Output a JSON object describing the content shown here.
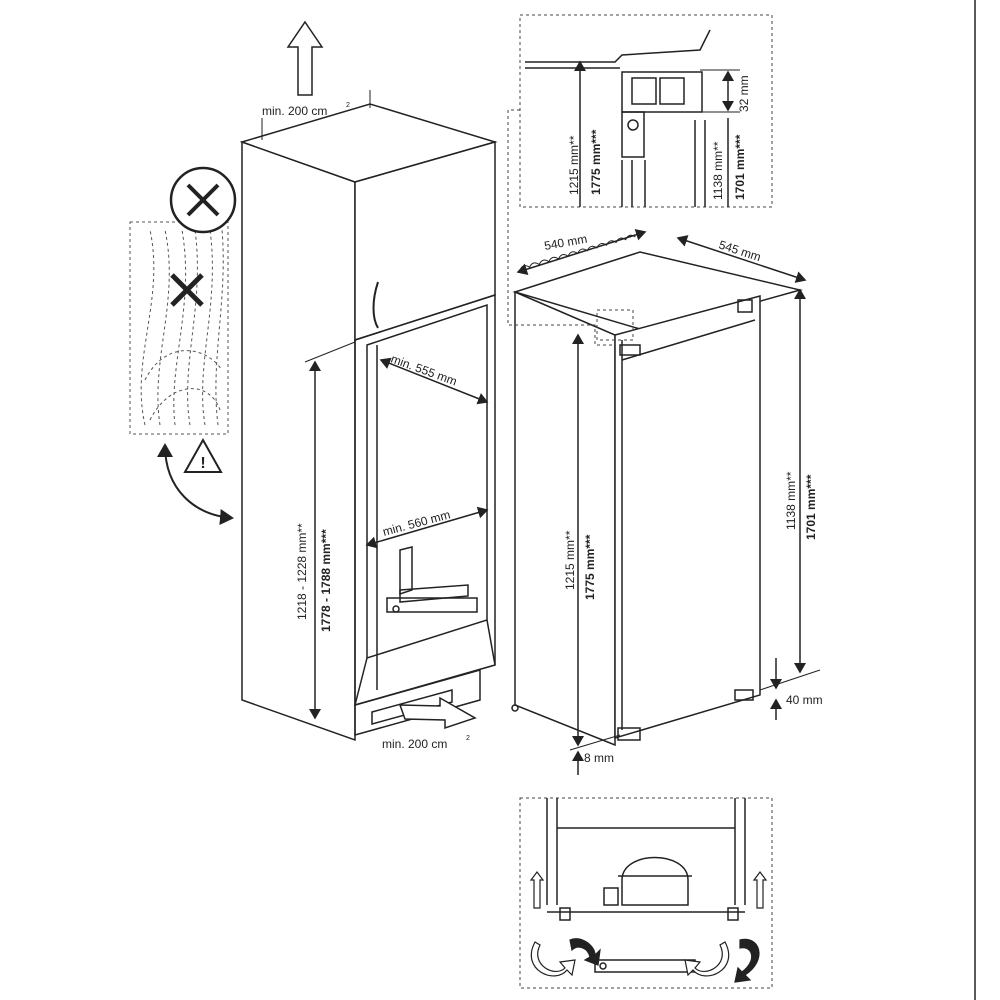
{
  "vent_top": {
    "label": "min. 200 cm",
    "sup": "2"
  },
  "vent_bottom": {
    "label": "min. 200 cm",
    "sup": "2"
  },
  "cabinet": {
    "depth_top": "min. 555 mm",
    "depth_bottom": "min. 560 mm",
    "height_a": "1218 - 1228 mm**",
    "height_b": "1778 - 1788 mm***"
  },
  "appliance": {
    "width": "540 mm",
    "depth": "545 mm",
    "height_left_a": "1215 mm**",
    "height_left_b": "1775 mm***",
    "height_right_a": "1138 mm**",
    "height_right_b": "1701 mm***",
    "foot_offset": "40 mm",
    "base_offset": "8 mm"
  },
  "detail_top": {
    "height_a": "1215 mm**",
    "height_b": "1775 mm***",
    "gap": "32 mm",
    "height_c": "1138 mm**",
    "height_d": "1701 mm***"
  },
  "icons": {
    "prohibited_heat": "close-icon",
    "warning": "warning-icon"
  },
  "colors": {
    "line": "#222222",
    "dashed": "#444444",
    "background": "#ffffff"
  }
}
